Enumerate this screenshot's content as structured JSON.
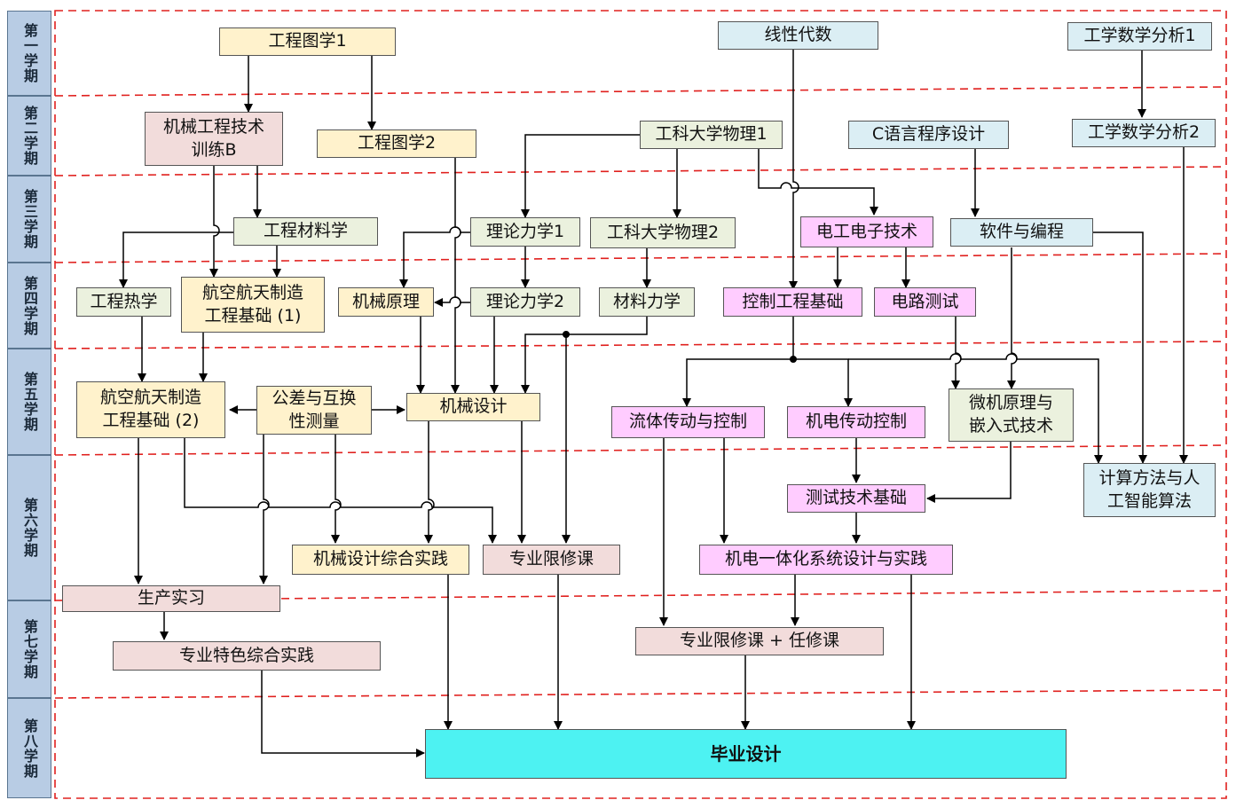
{
  "semesters": [
    "第一学期",
    "第二学期",
    "第三学期",
    "第四学期",
    "第五学期",
    "第六学期",
    "第七学期",
    "第八学期"
  ],
  "colors": {
    "yellow": "#fff2cc",
    "green": "#ebf1de",
    "blue": "#dbeef4",
    "pink": "#f2dcdb",
    "magenta": "#ffccff",
    "cyan": "#4df2f2",
    "dash": "#e0201e",
    "semester": "#b8cce4"
  },
  "courses": {
    "gctx1": "工程图学1",
    "xxds": "线性代数",
    "gxsxfx1": "工学数学分析1",
    "jxgcjs": "机械工程技术\n训练B",
    "gctx2": "工程图学2",
    "gkdxwl1": "工科大学物理1",
    "cyycx": "C语言程序设计",
    "gxsxfx2": "工学数学分析2",
    "gcclx": "工程材料学",
    "lllx1": "理论力学1",
    "gkdxwl2": "工科大学物理2",
    "dgdz": "电工电子技术",
    "rjbc": "软件与编程",
    "gcrx": "工程热学",
    "hkzz1": "航空航天制造\n工程基础 (1)",
    "jxyl": "机械原理",
    "lllx2": "理论力学2",
    "cllx": "材料力学",
    "kzgc": "控制工程基础",
    "dlcs": "电路测试",
    "hkzz2": "航空航天制造\n工程基础 (2)",
    "gcyhh": "公差与互换\n性测量",
    "jxsj": "机械设计",
    "ltcd": "流体传动与控制",
    "jdcd": "机电传动控制",
    "wjyl": "微机原理与\n嵌入式技术",
    "jsff": "计算方法与人\n工智能算法",
    "csjs": "测试技术基础",
    "jxsjzh": "机械设计综合实践",
    "zyxxk": "专业限修课",
    "jdyth": "机电一体化系统设计与实践",
    "scsx": "生产实习",
    "zxrx": "专业限修课 + 任修课",
    "zytszh": "专业特色综合实践",
    "bysj": "毕业设计"
  }
}
